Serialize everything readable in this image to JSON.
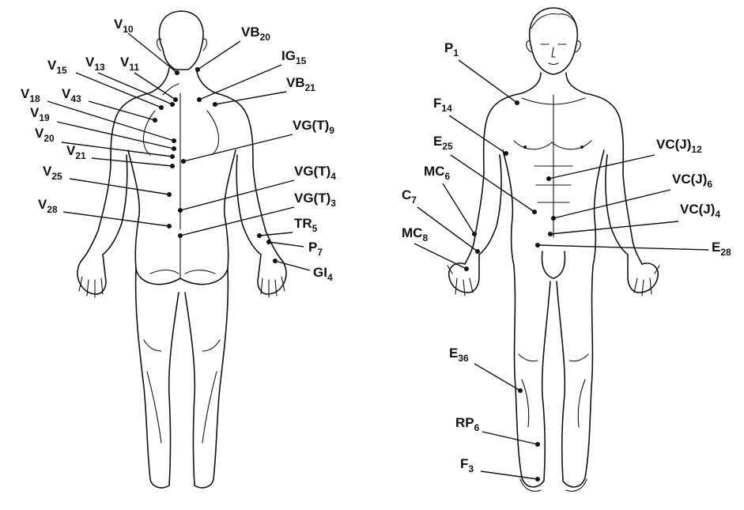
{
  "figure": {
    "back_view": {
      "points": [
        {
          "id": "v10",
          "base": "V",
          "sub": "10"
        },
        {
          "id": "vb20",
          "base": "VB",
          "sub": "20"
        },
        {
          "id": "ig15",
          "base": "IG",
          "sub": "15"
        },
        {
          "id": "v15",
          "base": "V",
          "sub": "15"
        },
        {
          "id": "v13",
          "base": "V",
          "sub": "13"
        },
        {
          "id": "v11",
          "base": "V",
          "sub": "11"
        },
        {
          "id": "vb21",
          "base": "VB",
          "sub": "21"
        },
        {
          "id": "v43",
          "base": "V",
          "sub": "43"
        },
        {
          "id": "v18",
          "base": "V",
          "sub": "18"
        },
        {
          "id": "v19",
          "base": "V",
          "sub": "19"
        },
        {
          "id": "vgt9",
          "base": "VG(T)",
          "sub": "9"
        },
        {
          "id": "v20",
          "base": "V",
          "sub": "20"
        },
        {
          "id": "v21",
          "base": "V",
          "sub": "21"
        },
        {
          "id": "v25",
          "base": "V",
          "sub": "25"
        },
        {
          "id": "vgt4",
          "base": "VG(T)",
          "sub": "4"
        },
        {
          "id": "vgt3",
          "base": "VG(T)",
          "sub": "3"
        },
        {
          "id": "v28",
          "base": "V",
          "sub": "28"
        },
        {
          "id": "tr5",
          "base": "TR",
          "sub": "5"
        },
        {
          "id": "p7",
          "base": "P",
          "sub": "7"
        },
        {
          "id": "gi4",
          "base": "GI",
          "sub": "4"
        }
      ]
    },
    "front_view": {
      "points": [
        {
          "id": "p1",
          "base": "P",
          "sub": "1"
        },
        {
          "id": "f14",
          "base": "F",
          "sub": "14"
        },
        {
          "id": "vcj12",
          "base": "VC(J)",
          "sub": "12"
        },
        {
          "id": "e25",
          "base": "E",
          "sub": "25"
        },
        {
          "id": "mc6",
          "base": "MC",
          "sub": "6"
        },
        {
          "id": "vcj6",
          "base": "VC(J)",
          "sub": "6"
        },
        {
          "id": "c7",
          "base": "C",
          "sub": "7"
        },
        {
          "id": "vcj4",
          "base": "VC(J)",
          "sub": "4"
        },
        {
          "id": "mc8",
          "base": "MC",
          "sub": "8"
        },
        {
          "id": "e28",
          "base": "E",
          "sub": "28"
        },
        {
          "id": "e36",
          "base": "E",
          "sub": "36"
        },
        {
          "id": "rp6",
          "base": "RP",
          "sub": "6"
        },
        {
          "id": "f3",
          "base": "F",
          "sub": "3"
        }
      ]
    }
  }
}
